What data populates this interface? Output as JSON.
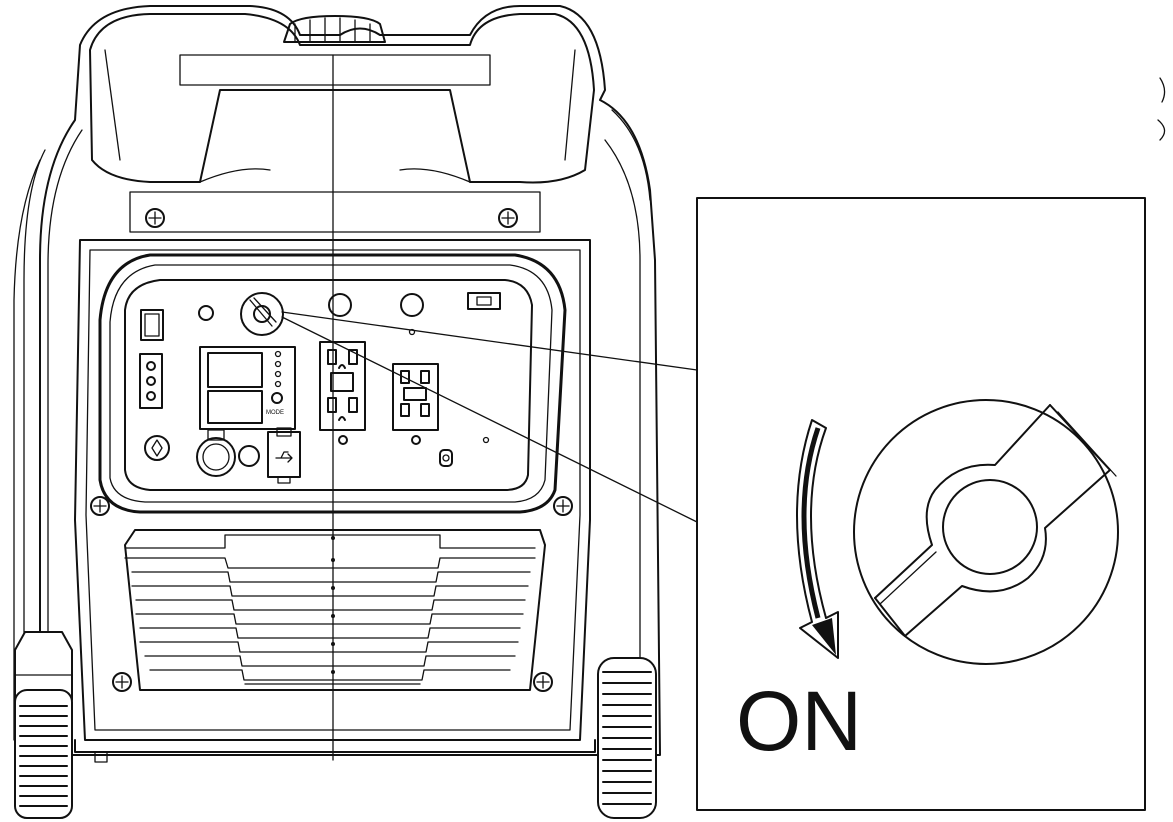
{
  "diagram": {
    "callout_label": "ON",
    "panel_label_mode": "MODE",
    "icons": [
      "generator-illustration",
      "fuel-valve-knob",
      "rotation-arrow-icon",
      "usb-icon"
    ]
  }
}
